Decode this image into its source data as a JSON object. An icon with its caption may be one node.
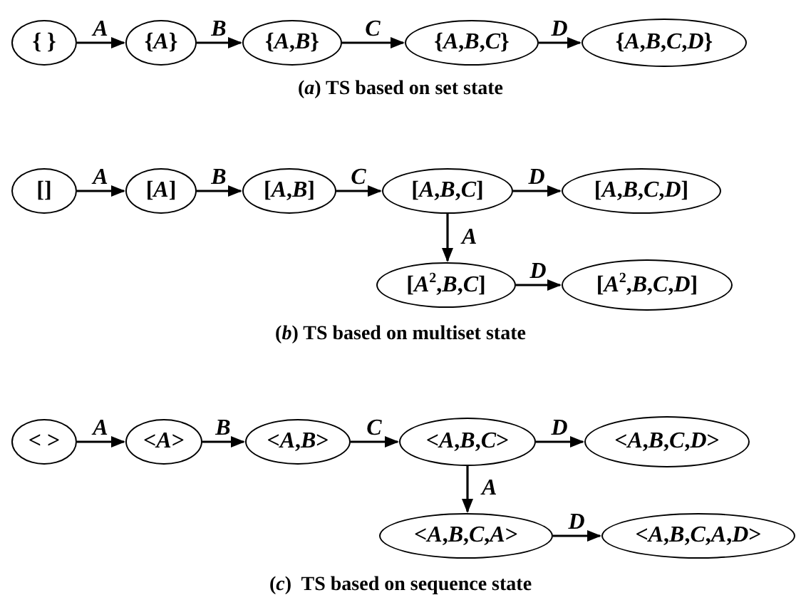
{
  "diagram": {
    "nodes": [
      {
        "text": [
          "{ }"
        ]
      },
      {
        "text": [
          "{*A*}"
        ]
      },
      {
        "text": [
          "{*A*,*B*}"
        ]
      },
      {
        "text": [
          "{*A*,*B*,*C*}"
        ]
      },
      {
        "text": [
          "{*A*,*B*,*C*,*D*}"
        ]
      },
      {
        "text": [
          "[]"
        ]
      },
      {
        "text": [
          "[*A*]"
        ]
      },
      {
        "text": [
          "[*A*,*B*]"
        ]
      },
      {
        "text": [
          "[*A*,*B*,*C*]"
        ]
      },
      {
        "text": [
          "[*A*,*B*,*C*,*D*]"
        ]
      },
      {
        "text": [
          "[*A*$^{2}$,*B*,*C*]"
        ]
      },
      {
        "text": [
          "[*A*$^{2}$,*B*,*C*,*D*]"
        ]
      },
      {
        "text": [
          "< >"
        ]
      },
      {
        "text": [
          "<*A*>"
        ]
      },
      {
        "text": [
          "<*A*,*B*>"
        ]
      },
      {
        "text": [
          "<*A*,*B*,*C*>"
        ]
      },
      {
        "text": [
          "<*A*,*B*,*C*,*D*>"
        ]
      },
      {
        "text": [
          "<*A*,*B*,*C*,*A*>"
        ]
      },
      {
        "text": [
          "<*A*,*B*,*C*,*A*,*D*>"
        ]
      }
    ],
    "edges": [
      {
        "from": 0,
        "to": 1,
        "arrow": "to",
        "label": "A"
      },
      {
        "from": 1,
        "to": 2,
        "arrow": "to",
        "label": "B"
      },
      {
        "from": 2,
        "to": 3,
        "arrow": "to",
        "label": "C"
      },
      {
        "from": 3,
        "to": 4,
        "arrow": "to",
        "label": "D"
      },
      {
        "from": 5,
        "to": 6,
        "arrow": "to",
        "label": "A"
      },
      {
        "from": 6,
        "to": 7,
        "arrow": "to",
        "label": "B"
      },
      {
        "from": 7,
        "to": 8,
        "arrow": "to",
        "label": "C"
      },
      {
        "from": 8,
        "to": 9,
        "arrow": "to",
        "label": "D"
      },
      {
        "from": 8,
        "to": 10,
        "arrow": "to",
        "label": "A"
      },
      {
        "from": 10,
        "to": 11,
        "arrow": "to",
        "label": "D"
      },
      {
        "from": 12,
        "to": 13,
        "arrow": "to",
        "label": "A"
      },
      {
        "from": 13,
        "to": 14,
        "arrow": "to",
        "label": "B"
      },
      {
        "from": 14,
        "to": 15,
        "arrow": "to",
        "label": "C"
      },
      {
        "from": 15,
        "to": 16,
        "arrow": "to",
        "label": "D"
      },
      {
        "from": 15,
        "to": 17,
        "arrow": "to",
        "label": "A"
      },
      {
        "from": 17,
        "to": 18,
        "arrow": "to",
        "label": "D"
      }
    ],
    "labels": [
      "(*a*) TS based on set state",
      "(*b*) TS based on multiset state",
      "(*c*)  TS based on sequence state"
    ]
  }
}
